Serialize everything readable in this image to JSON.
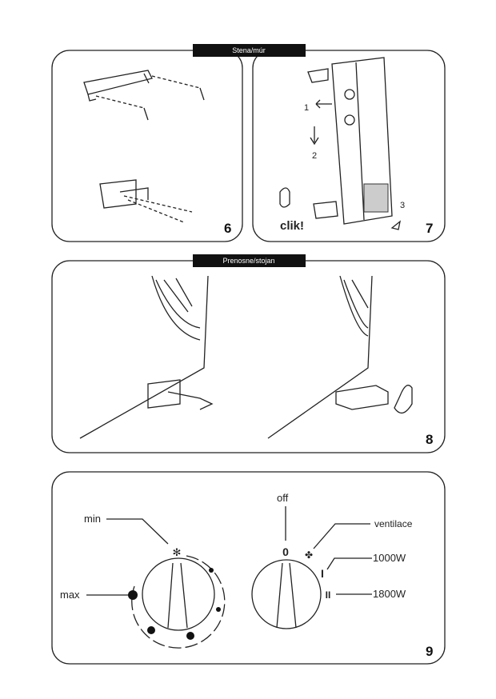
{
  "sections": {
    "wall": {
      "header": "Stena/múr"
    },
    "portable": {
      "header": "Prenosne/stojan"
    }
  },
  "panels": {
    "p6": {
      "number": "6"
    },
    "p7": {
      "number": "7",
      "step1": "1",
      "step2": "2",
      "step3": "3",
      "click": "clik!"
    },
    "p8": {
      "number": "8"
    },
    "p9": {
      "number": "9",
      "thermostat": {
        "min": "min",
        "max": "max"
      },
      "mode": {
        "off": "off",
        "fan": "ventilace",
        "low": "1000W",
        "high": "1800W",
        "sym_off": "0",
        "sym_low": "I",
        "sym_high": "II"
      }
    }
  }
}
